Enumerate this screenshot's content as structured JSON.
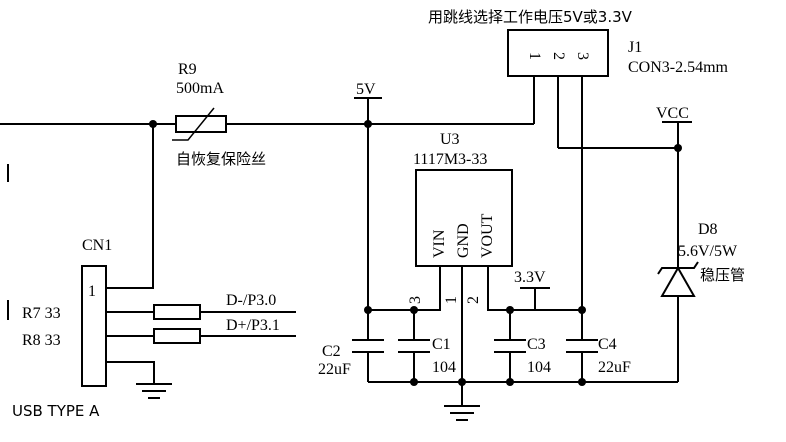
{
  "jumper_note": "用跳线选择工作电压5V或3.3V",
  "j1": {
    "ref": "J1",
    "value": "CON3-2.54mm",
    "pins": [
      "1",
      "2",
      "3"
    ]
  },
  "r9": {
    "ref": "R9",
    "value": "500mA",
    "desc": "自恢复保险丝"
  },
  "net_5v": "5V",
  "net_vcc": "VCC",
  "net_3v3": "3.3V",
  "u3": {
    "ref": "U3",
    "value": "1117M3-33",
    "pins": [
      "VIN",
      "GND",
      "VOUT"
    ],
    "pin_numbers": [
      "3",
      "1",
      "2"
    ]
  },
  "cn1": {
    "ref": "CN1",
    "pin1": "1",
    "type": "USB TYPE A"
  },
  "r7": "R7  33",
  "r8": "R8  33",
  "nets": {
    "dminus": "D-/P3.0",
    "dplus": "D+/P3.1"
  },
  "c1": {
    "ref": "C1",
    "value": "104"
  },
  "c2": {
    "ref": "C2",
    "value": "22uF"
  },
  "c3": {
    "ref": "C3",
    "value": "104"
  },
  "c4": {
    "ref": "C4",
    "value": "22uF"
  },
  "d8": {
    "ref": "D8",
    "value": "5.6V/5W",
    "desc": "稳压管"
  }
}
